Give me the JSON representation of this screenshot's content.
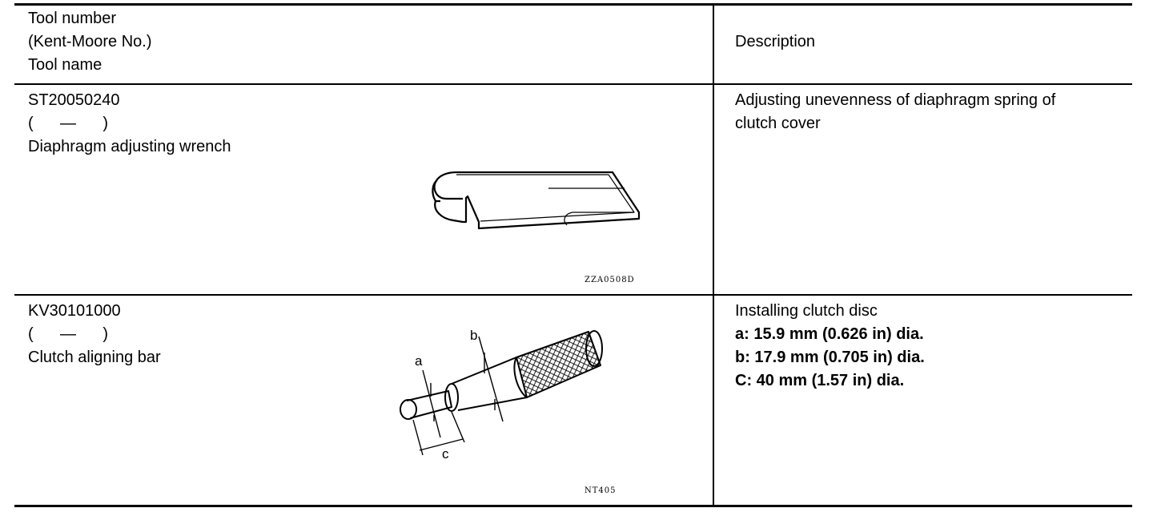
{
  "header": {
    "col1_line1": "Tool number",
    "col1_line2": "(Kent-Moore No.)",
    "col1_line3": "Tool name",
    "col2": "Description"
  },
  "rows": [
    {
      "tool_number": "ST20050240",
      "kent_moore": "(      —      )",
      "tool_name": "Diaphragm adjusting wrench",
      "description_line1": "Adjusting unevenness of diaphragm spring of",
      "description_line2": "clutch cover",
      "figure_code": "ZZA0508D"
    },
    {
      "tool_number": "KV30101000",
      "kent_moore": "(      —      )",
      "tool_name": "Clutch aligning bar",
      "description_line1": "Installing clutch disc",
      "spec_a": "a: 15.9 mm (0.626 in) dia.",
      "spec_b": "b: 17.9 mm (0.705 in) dia.",
      "spec_c": "C: 40 mm (1.57 in) dia.",
      "figure_code": "NT405",
      "label_a": "a",
      "label_b": "b",
      "label_c": "c"
    }
  ]
}
